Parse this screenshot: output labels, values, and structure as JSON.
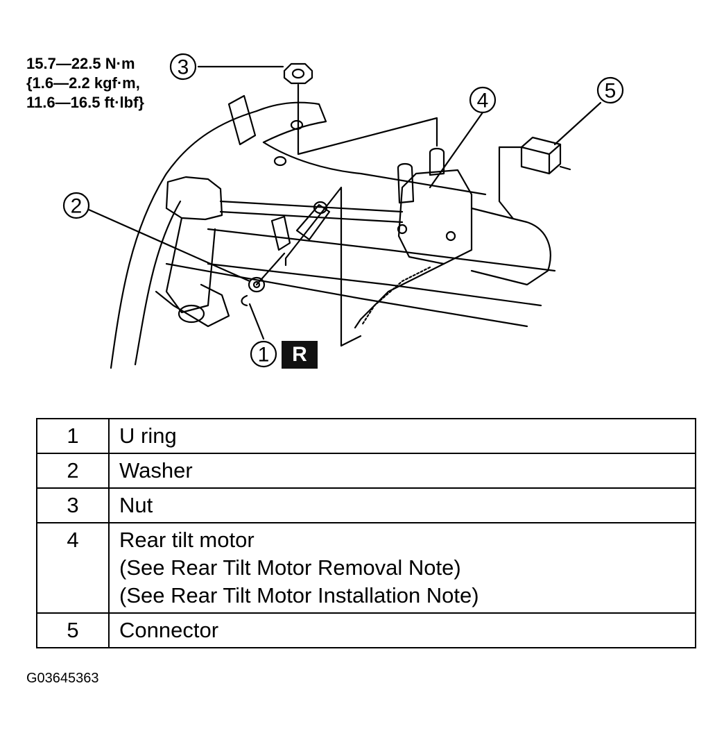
{
  "torque_spec": {
    "line1": "15.7—22.5 N·m",
    "line2": "{1.6—2.2 kgf·m,",
    "line3": "11.6—16.5 ft·lbf}"
  },
  "callouts": [
    "1",
    "2",
    "3",
    "4",
    "5"
  ],
  "replace_badge": "R",
  "legend": [
    {
      "num": "1",
      "lines": [
        "U ring"
      ]
    },
    {
      "num": "2",
      "lines": [
        "Washer"
      ]
    },
    {
      "num": "3",
      "lines": [
        "Nut"
      ]
    },
    {
      "num": "4",
      "lines": [
        "Rear tilt motor",
        "(See Rear Tilt Motor Removal Note)",
        "(See Rear Tilt Motor Installation Note)"
      ]
    },
    {
      "num": "5",
      "lines": [
        "Connector"
      ]
    }
  ],
  "figure_code": "G03645363"
}
